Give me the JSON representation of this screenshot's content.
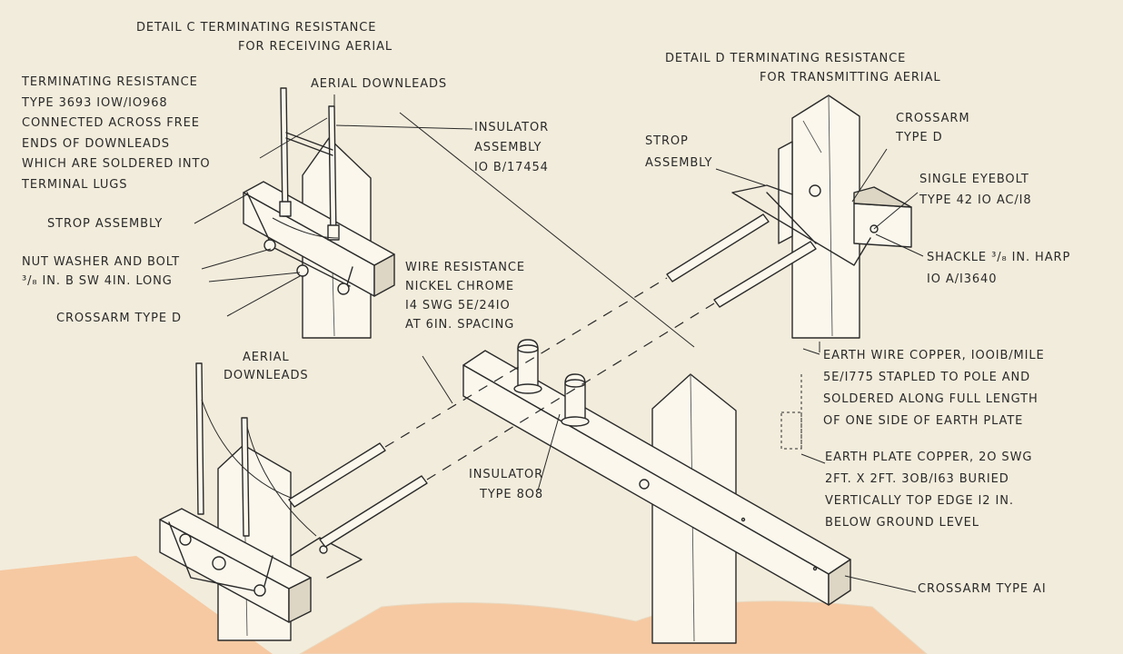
{
  "labels": {
    "detail_c": [
      "DETAIL C   TERMINATING RESISTANCE",
      "FOR RECEIVING AERIAL"
    ],
    "detail_d": [
      "DETAIL D   TERMINATING RESISTANCE",
      "FOR TRANSMITTING AERIAL"
    ],
    "terminating_resistance": [
      "TERMINATING RESISTANCE",
      "TYPE 3693  IOW/IO968",
      "CONNECTED  ACROSS FREE",
      "ENDS OF DOWNLEADS",
      "WHICH ARE SOLDERED INTO",
      "TERMINAL LUGS"
    ],
    "aerial_downleads_top": "AERIAL DOWNLEADS",
    "insulator_assembly": [
      "INSULATOR",
      "ASSEMBLY",
      "IO B/17454"
    ],
    "strop_assembly_left": "STROP ASSEMBLY",
    "nut_washer_bolt": [
      "NUT WASHER AND BOLT",
      "³/₈ IN. B SW  4IN. LONG"
    ],
    "crossarm_type_d_left": "CROSSARM  TYPE  D",
    "wire_resistance": [
      "WIRE RESISTANCE",
      "NICKEL CHROME",
      "I4 SWG  5E/24IO",
      "AT 6IN. SPACING"
    ],
    "strop_assembly_right": [
      "STROP",
      "ASSEMBLY"
    ],
    "crossarm_type_d_right": [
      "CROSSARM",
      "TYPE  D"
    ],
    "single_eyebolt": [
      "SINGLE EYEBOLT",
      "TYPE  42  IO AC/I8"
    ],
    "shackle": [
      "SHACKLE  ³/₈ IN. HARP",
      "IO A/I3640"
    ],
    "earth_wire": [
      "EARTH WIRE COPPER, IOOIB/MILE",
      "5E/I775 STAPLED TO POLE AND",
      "SOLDERED ALONG FULL LENGTH",
      "OF ONE SIDE OF EARTH PLATE"
    ],
    "earth_plate": [
      "EARTH PLATE COPPER, 2O SWG",
      "2FT. X 2FT.  3OB/I63 BURIED",
      "VERTICALLY TOP EDGE I2 IN.",
      "BELOW GROUND LEVEL"
    ],
    "aerial_downleads_bottom": [
      "AERIAL",
      "DOWNLEADS"
    ],
    "insulator_type": [
      "INSULATOR",
      "TYPE  8O8"
    ],
    "crossarm_type_a1": "CROSSARM  TYPE  AI"
  },
  "colors": {
    "paper": "#f2ecdc",
    "ink": "#2a2a2a",
    "wood": "#fbf7ec",
    "shadow": "#ddd6c4",
    "mount": "#f6c9a2"
  }
}
